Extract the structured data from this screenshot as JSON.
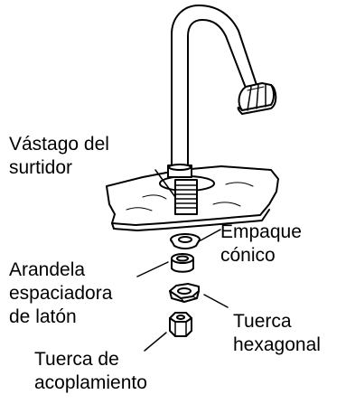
{
  "colors": {
    "line": "#000000",
    "fill": "#ffffff"
  },
  "labels": {
    "spout_shank": [
      "Vástago del",
      "surtidor"
    ],
    "cone_gasket": [
      "Empaque",
      "cónico"
    ],
    "brass_spacer": [
      "Arandela",
      "espaciadora",
      "de latón"
    ],
    "hex_nut": [
      "Tuerca",
      "hexagonal"
    ],
    "coupling_nut": [
      "Tuerca de",
      "acoplamiento"
    ]
  }
}
